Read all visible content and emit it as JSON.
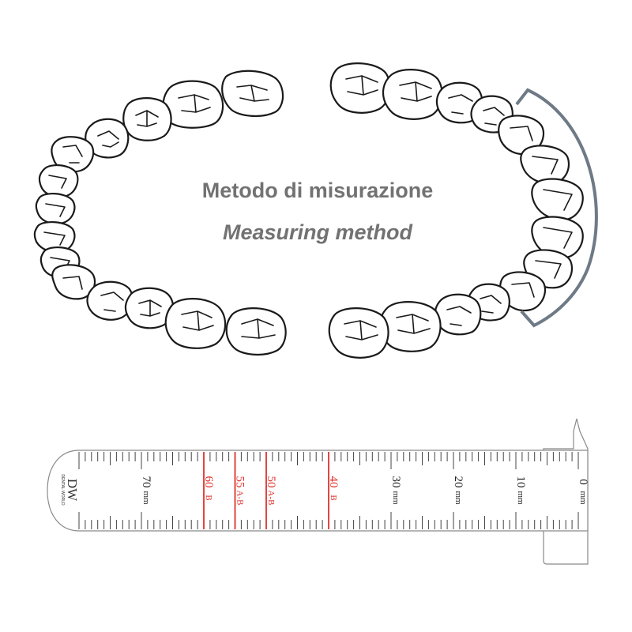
{
  "title": {
    "line_it": "Metodo di misurazione",
    "line_en": "Measuring method"
  },
  "ruler": {
    "logo_main": "DW",
    "logo_sub": "DENTAL WORLD",
    "labels": [
      {
        "value": "0",
        "sub": "mm",
        "red": false
      },
      {
        "value": "10",
        "sub": "mm",
        "red": false
      },
      {
        "value": "20",
        "sub": "mm",
        "red": false
      },
      {
        "value": "30",
        "sub": "mm",
        "red": false
      },
      {
        "value": "40",
        "sub": "B",
        "red": true
      },
      {
        "value": "50",
        "sub": "A-B",
        "red": true
      },
      {
        "value": "55",
        "sub": "A-B",
        "red": true
      },
      {
        "value": "60",
        "sub": "B",
        "red": true
      },
      {
        "value": "70",
        "sub": "mm",
        "red": false
      }
    ],
    "red_marks_mm": [
      40,
      50,
      55,
      60
    ],
    "range_mm": [
      0,
      80
    ]
  },
  "colors": {
    "title": "#727272",
    "bracket": "#6e7a86",
    "red_marks": "#e0302a",
    "outline": "#1a1a1a"
  }
}
